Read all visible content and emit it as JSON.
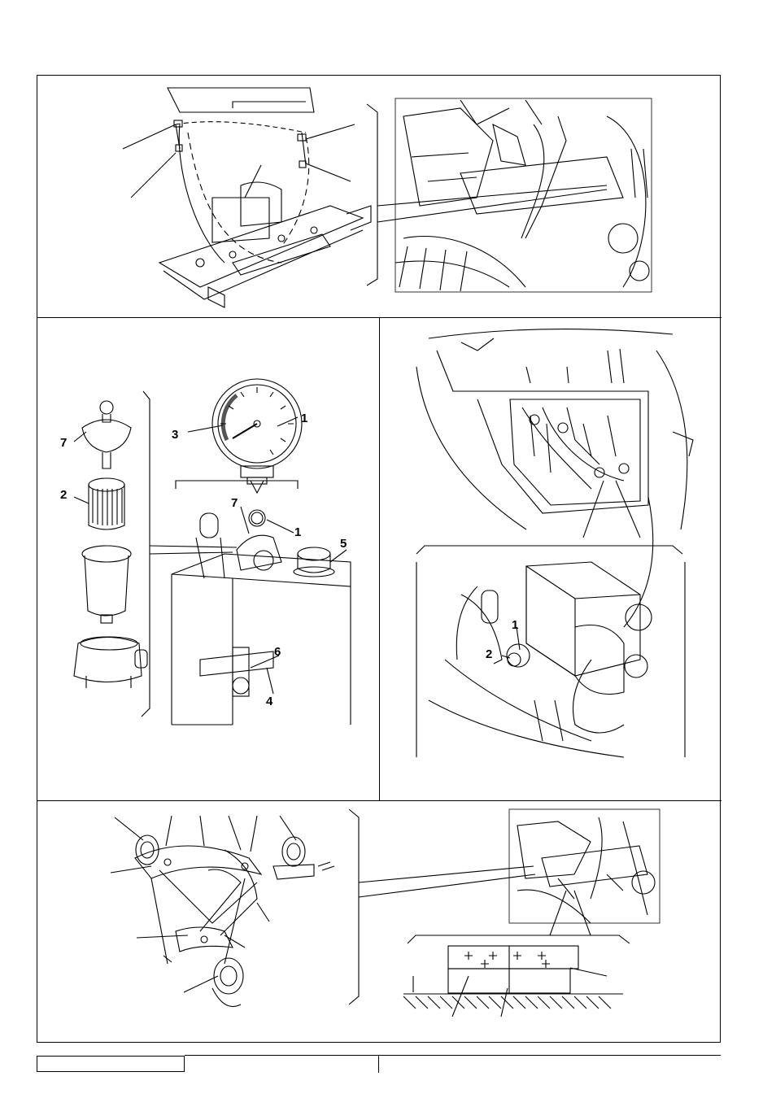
{
  "colors": {
    "ink": "#000000",
    "paper": "#ffffff"
  },
  "panels": [
    {
      "id": "top",
      "callouts": []
    },
    {
      "id": "middle-left",
      "callouts": [
        "1",
        "3",
        "7",
        "2",
        "7",
        "1",
        "5",
        "4",
        "6"
      ]
    },
    {
      "id": "middle-right",
      "callouts": [
        "1",
        "2"
      ]
    },
    {
      "id": "bottom",
      "callouts": []
    }
  ],
  "callout_labels": {
    "gauge_1": "1",
    "gauge_3": "3",
    "filter_cap_7": "7",
    "filter_2": "2",
    "tank_7": "7",
    "tank_1": "1",
    "tank_5": "5",
    "tank_4": "4",
    "tank_6": "6",
    "valve_1": "1",
    "valve_2": "2"
  },
  "icons": [
    "gauge-icon",
    "filter-element-icon",
    "tank-icon",
    "valve-block-icon",
    "roller-bracket-icon"
  ]
}
